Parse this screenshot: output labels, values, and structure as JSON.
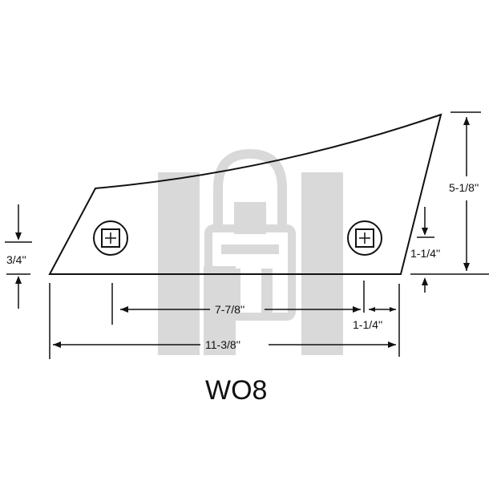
{
  "diagram": {
    "part_label": "WO8",
    "dimensions": {
      "left_height": "3/4''",
      "right_total_height": "5-1/8''",
      "right_lower_height": "1-1/4''",
      "hole_spacing": "7-7/8''",
      "hole_to_edge": "1-1/4''",
      "overall_length": "11-3/8''"
    },
    "holes": [
      {
        "name": "left-bolt-hole",
        "symbol": "square-plus"
      },
      {
        "name": "right-bolt-hole",
        "symbol": "square-plus"
      }
    ],
    "watermark": "padlock-logo",
    "colors": {
      "line": "#111111",
      "watermark": "#d9d9d9",
      "background": "#ffffff"
    }
  }
}
